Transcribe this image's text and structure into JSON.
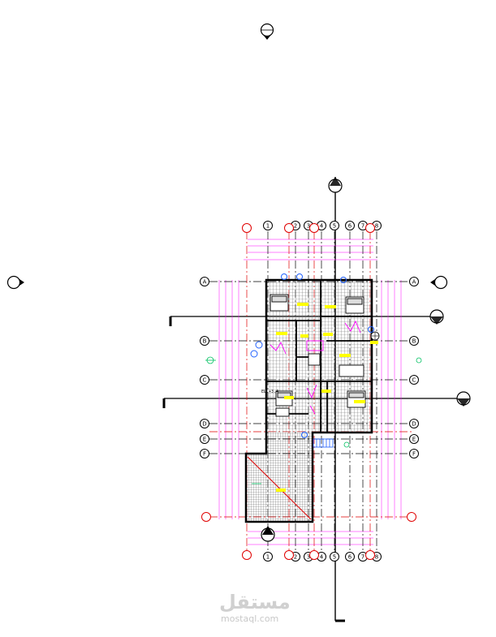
{
  "drawing": {
    "type": "architectural floor plan",
    "grid_columns": [
      "1",
      "2",
      "3",
      "4",
      "5",
      "6",
      "7",
      "8"
    ],
    "grid_rows": [
      "A",
      "B",
      "C",
      "D",
      "E",
      "F"
    ],
    "level_tag": "EL.+3.4",
    "colors": {
      "wall": "#000000",
      "grid_black": "#000000",
      "grid_red": "#e00000",
      "dimension": "#ff00ff",
      "annotation": "#ffff00",
      "hatch": "#707070",
      "circle_blue": "#2060ff",
      "green": "#00c060"
    }
  },
  "watermark": {
    "arabic": "مستقل",
    "latin": "mostaql.com"
  },
  "icons": [
    "north-arrow-icon",
    "elevation-marker-icon",
    "section-marker-icon"
  ]
}
